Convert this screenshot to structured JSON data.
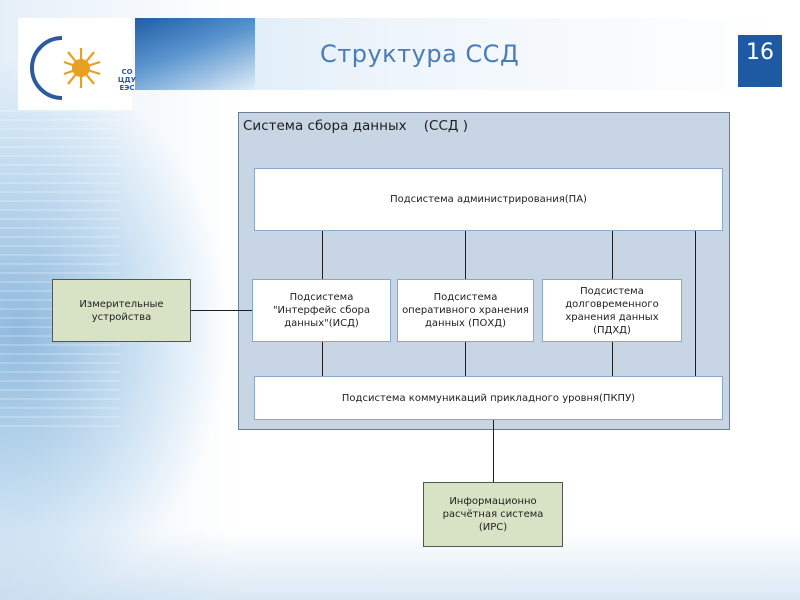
{
  "slide": {
    "title": "Структура ССД",
    "page_number": "16",
    "logo": {
      "text_lines": [
        "СО",
        "ЦДУ",
        "ЕЭС"
      ]
    }
  },
  "diagram": {
    "container_label": "Система сбора данных    (ССД )",
    "admin": "Подсистема администрирования(ПА)",
    "isd": "Подсистема \"Интерфейс сбора данных\"(ИСД)",
    "pohd": "Подсистема оперативного хранения данных (ПОХД)",
    "pdhd": "Подсистема долговременного хранения данных (ПДХД)",
    "pkpu": "Подсистема коммуникаций прикладного уровня(ПКПУ)",
    "devices": "Измерительные устройства",
    "irs": "Информационно расчётная система (ИРС)"
  },
  "colors": {
    "container_fill": "#c7d5e4",
    "green_box_fill": "#d8e2c5",
    "title_color": "#4a7cb8",
    "page_badge": "#1d5aa3"
  }
}
